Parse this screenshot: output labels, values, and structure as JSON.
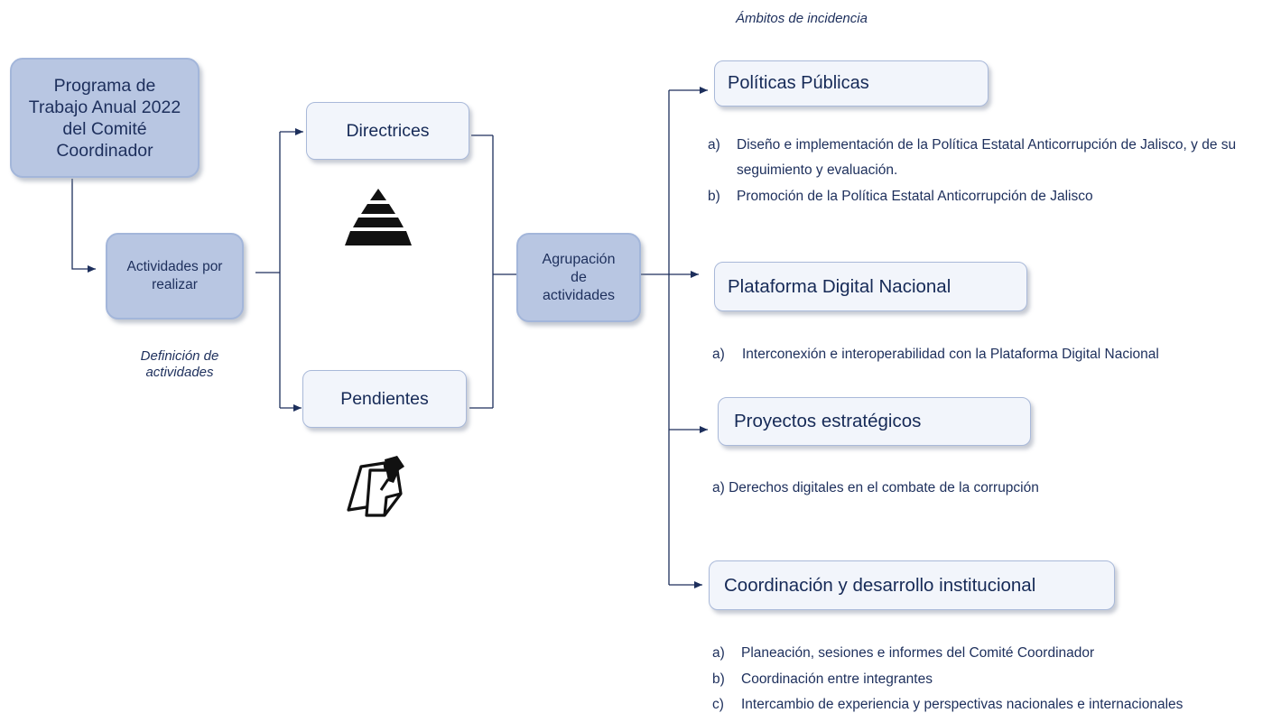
{
  "header_caption": "Ámbitos de incidencia",
  "program_box": "Programa de Trabajo Anual 2022 del Comité Coordinador",
  "activities_box": "Actividades por realizar",
  "activities_caption": "Definición de actividades",
  "directrices_box": "Directrices",
  "pendientes_box": "Pendientes",
  "agrupacion_box": "Agrupación de actividades",
  "ambitos": [
    {
      "title": "Políticas Públicas",
      "items": [
        {
          "marker": "a)",
          "lines": [
            "Diseño e implementación de la Política Estatal Anticorrupción de Jalisco, y de su",
            "seguimiento y evaluación."
          ]
        },
        {
          "marker": "b)",
          "lines": [
            "Promoción de la Política Estatal Anticorrupción de Jalisco"
          ]
        }
      ]
    },
    {
      "title": "Plataforma Digital Nacional",
      "items": [
        {
          "marker": "a)",
          "lines": [
            "Interconexión e interoperabilidad con la Plataforma Digital Nacional"
          ]
        }
      ]
    },
    {
      "title": "Proyectos estratégicos",
      "items": [
        {
          "marker": "",
          "lines": [
            "a) Derechos digitales en el combate de la corrupción"
          ]
        }
      ]
    },
    {
      "title": "Coordinación y desarrollo institucional",
      "items": [
        {
          "marker": "a)",
          "lines": [
            "Planeación, sesiones e informes del Comité Coordinador"
          ]
        },
        {
          "marker": "b)",
          "lines": [
            "Coordinación entre integrantes"
          ]
        },
        {
          "marker": "c)",
          "lines": [
            "Intercambio de experiencia y perspectivas nacionales e internacionales"
          ]
        }
      ]
    }
  ],
  "icons": {
    "directrices": "pyramid-icon",
    "pendientes": "pinned-notes-icon"
  },
  "colors": {
    "dark_box": "#b8c6e2",
    "light_box": "#f2f5fb",
    "text": "#1d2f5c",
    "lines": "#1d2f5c"
  }
}
